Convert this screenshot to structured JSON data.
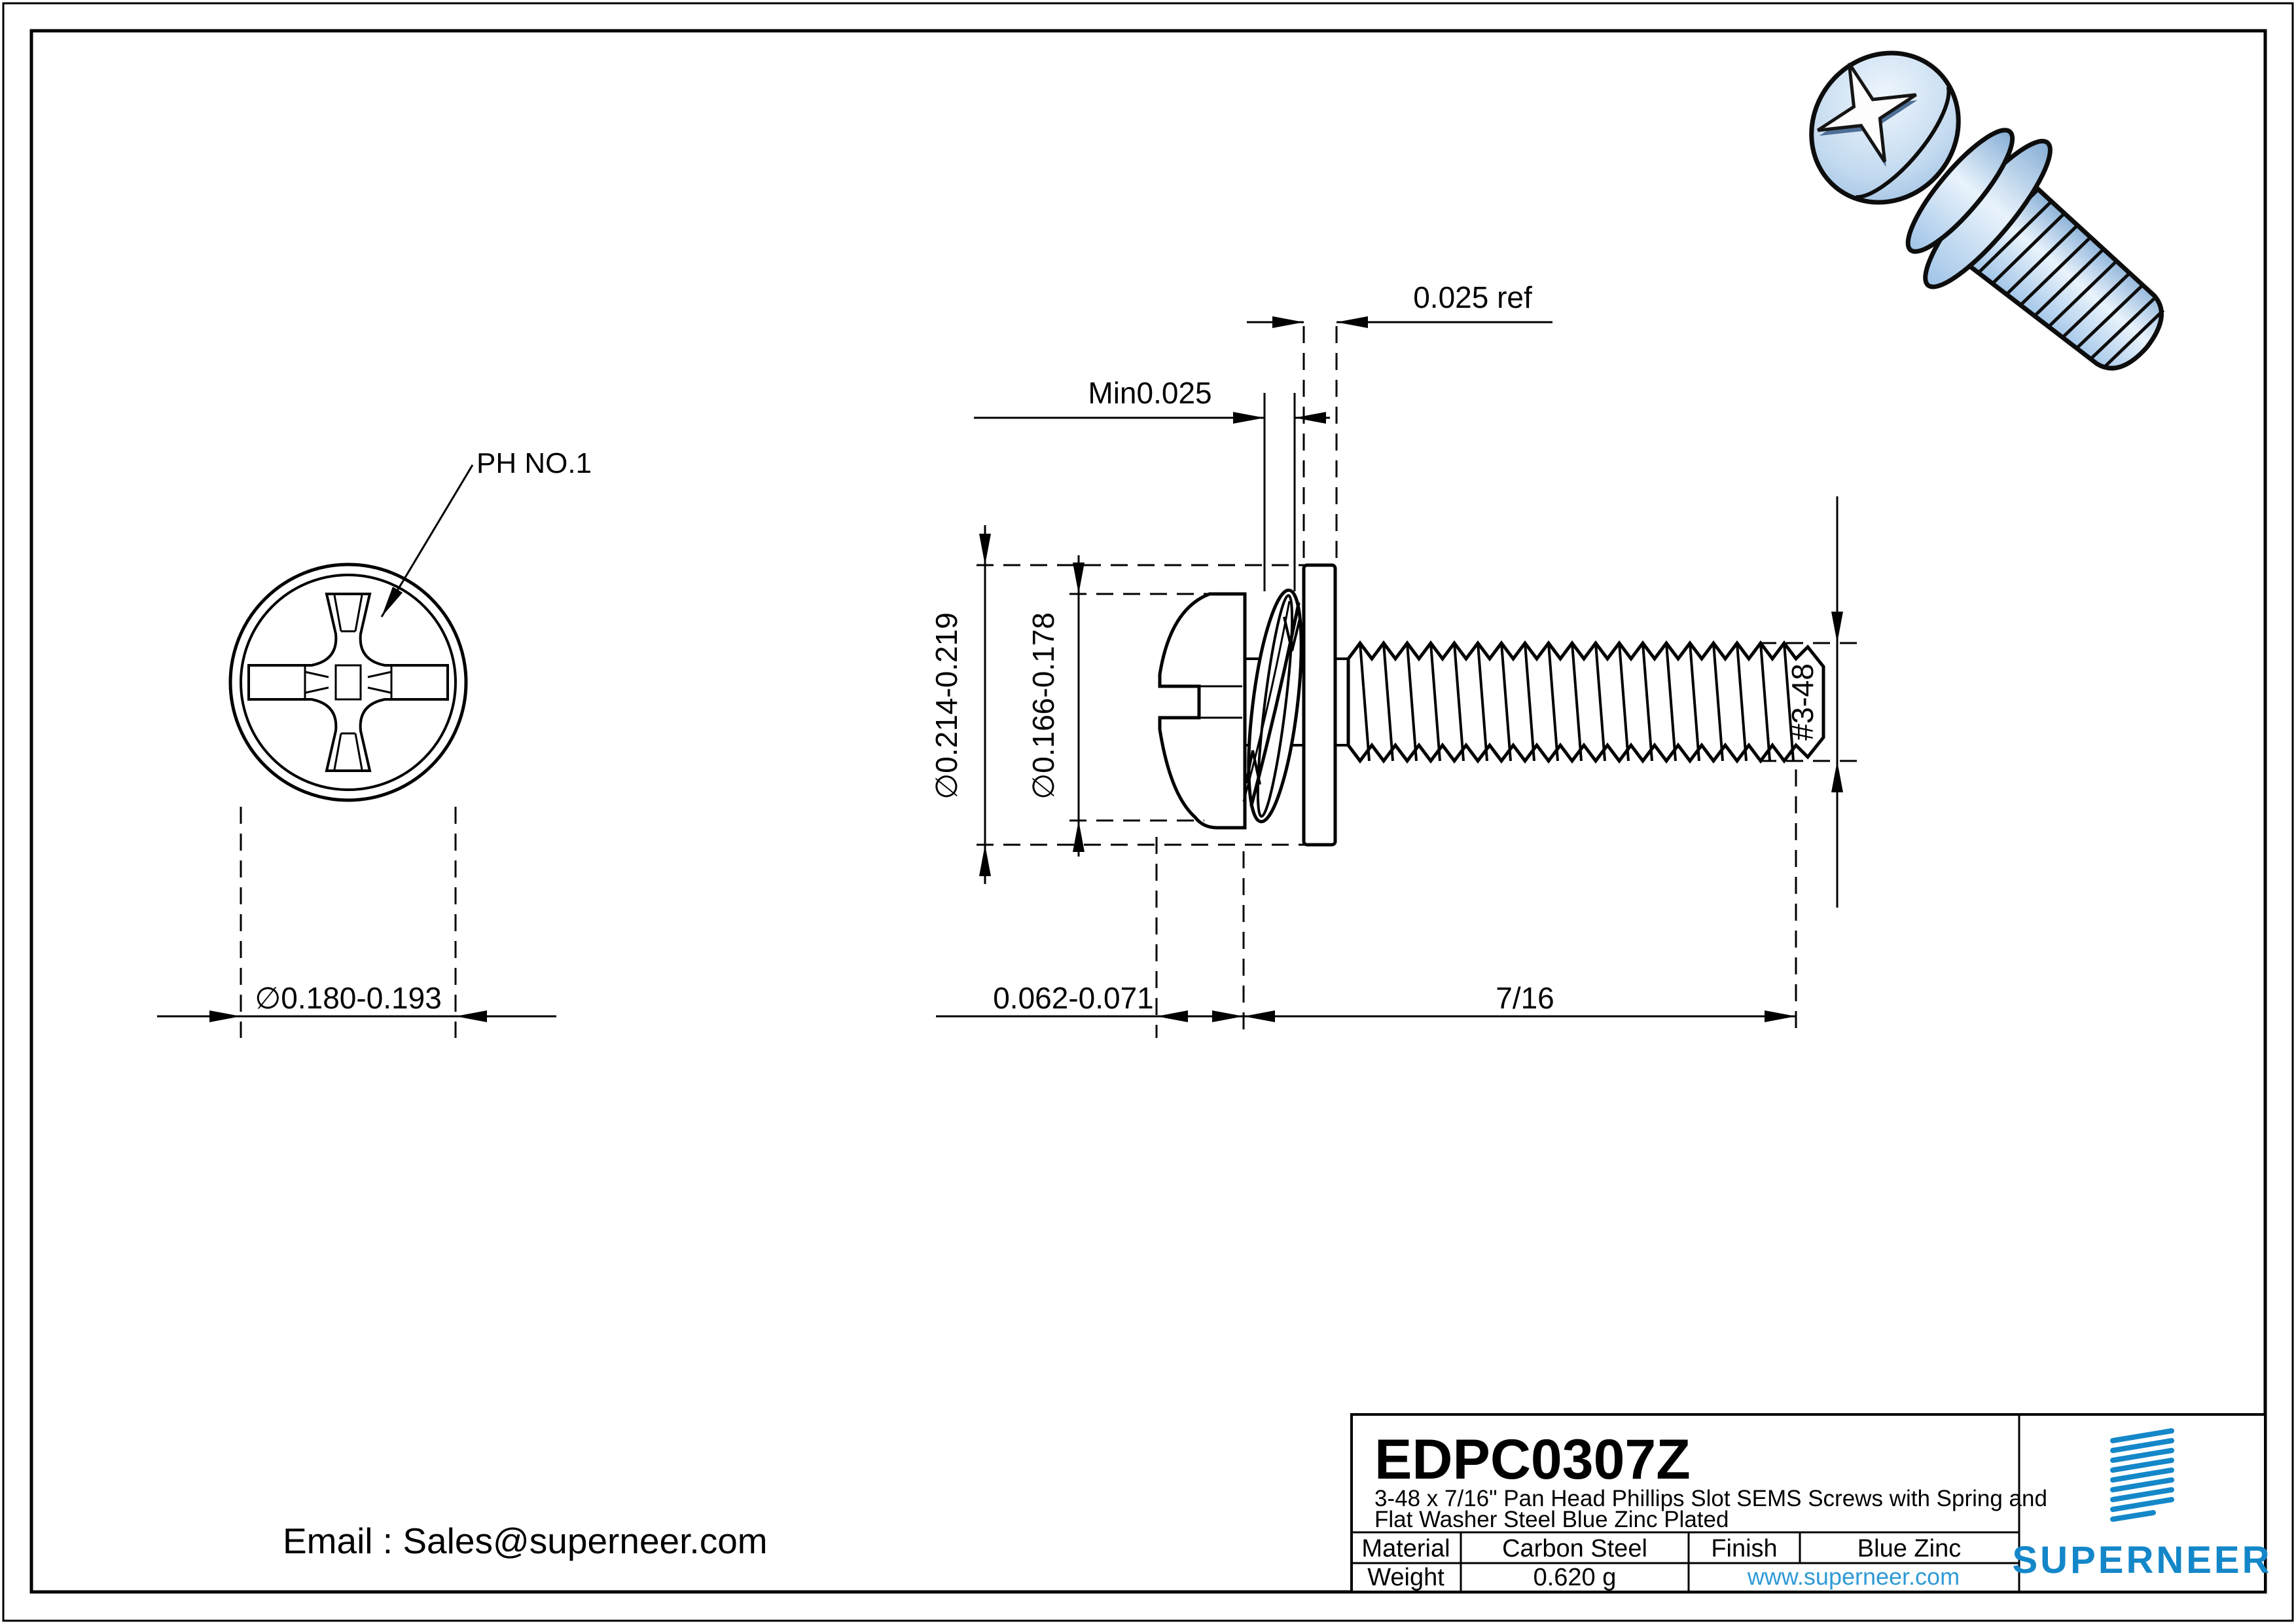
{
  "colors": {
    "brand_blue": "#1487c9",
    "link_blue": "#2e9ad6",
    "drawing_line": "#000000",
    "render_steel_light": "#e9f3fc",
    "render_steel_dark": "#86aed6"
  },
  "front_view": {
    "callout": "PH NO.1",
    "head_recess_diameter": "∅0.180-0.193"
  },
  "side_view": {
    "flat_washer_thickness_ref": "0.025 ref",
    "spring_washer_min_thickness": "Min0.025",
    "flat_washer_od": "∅0.214-0.219",
    "head_od": "∅0.166-0.178",
    "thread_spec": "#3-48",
    "head_height": "0.062-0.071",
    "thread_length": "7/16"
  },
  "title_block": {
    "part_number": "EDPC0307Z",
    "description_line1": "3-48 x 7/16\" Pan Head Phillips Slot SEMS Screws with Spring and",
    "description_line2": "Flat Washer Steel Blue Zinc Plated",
    "material_label": "Material",
    "material_value": "Carbon Steel",
    "finish_label": "Finish",
    "finish_value": "Blue Zinc",
    "weight_label": "Weight",
    "weight_value": "0.620 g",
    "website": "www.superneer.com",
    "brand": "SUPERNEER"
  },
  "footer": {
    "email": "Email : Sales@superneer.com"
  }
}
